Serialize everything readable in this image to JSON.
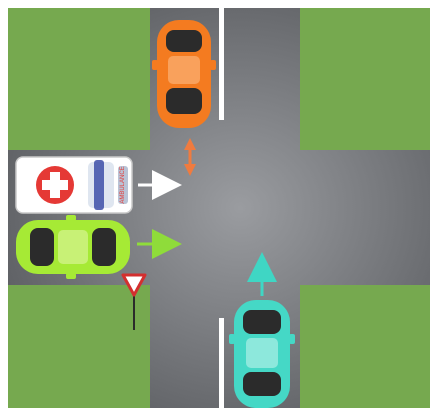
{
  "scene": {
    "colors": {
      "grass": "#76a94f",
      "road": "#6d6f72",
      "lane_marking": "#ffffff",
      "orange_car": "#f47b20",
      "lime_car": "#a6ea35",
      "teal_car": "#45d8c6",
      "ambulance_body": "#ffffff",
      "ambulance_cross": "#e53935",
      "arrow_white": "#ffffff",
      "arrow_orange": "#f07b3f",
      "arrow_green": "#8fdc3a",
      "arrow_teal": "#3fd6c4",
      "yield_sign_border": "#d32f2f"
    },
    "vehicles": [
      {
        "name": "ambulance",
        "heading": "east",
        "icon": "ambulance-icon"
      },
      {
        "name": "lime-car",
        "heading": "east",
        "icon": "car-icon"
      },
      {
        "name": "orange-car",
        "heading": "south",
        "icon": "car-icon"
      },
      {
        "name": "teal-car",
        "heading": "north",
        "icon": "car-icon"
      }
    ],
    "signs": [
      {
        "name": "yield-sign",
        "icon": "yield-sign-icon"
      }
    ],
    "ambulance_text": "AMBULANCE"
  }
}
